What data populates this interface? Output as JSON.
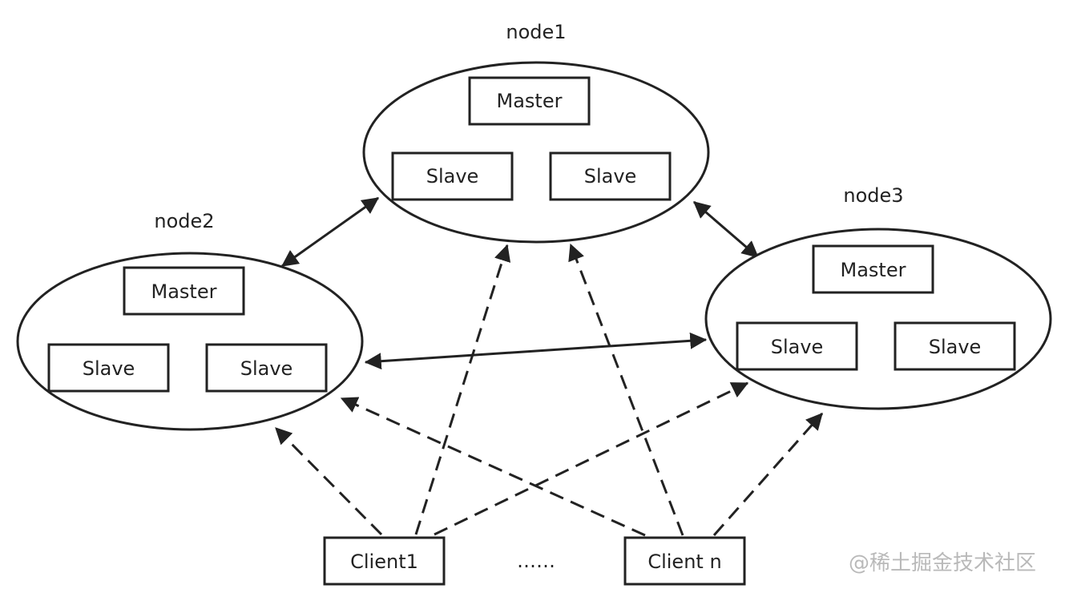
{
  "nodes": {
    "node1": {
      "name": "node1",
      "master": "Master",
      "slave_left": "Slave",
      "slave_right": "Slave"
    },
    "node2": {
      "name": "node2",
      "master": "Master",
      "slave_left": "Slave",
      "slave_right": "Slave"
    },
    "node3": {
      "name": "node3",
      "master": "Master",
      "slave_left": "Slave",
      "slave_right": "Slave"
    }
  },
  "clients": {
    "client1": "Client1",
    "ellipsis": "……",
    "clientn": "Client n"
  },
  "watermark": "@稀土掘金技术社区"
}
